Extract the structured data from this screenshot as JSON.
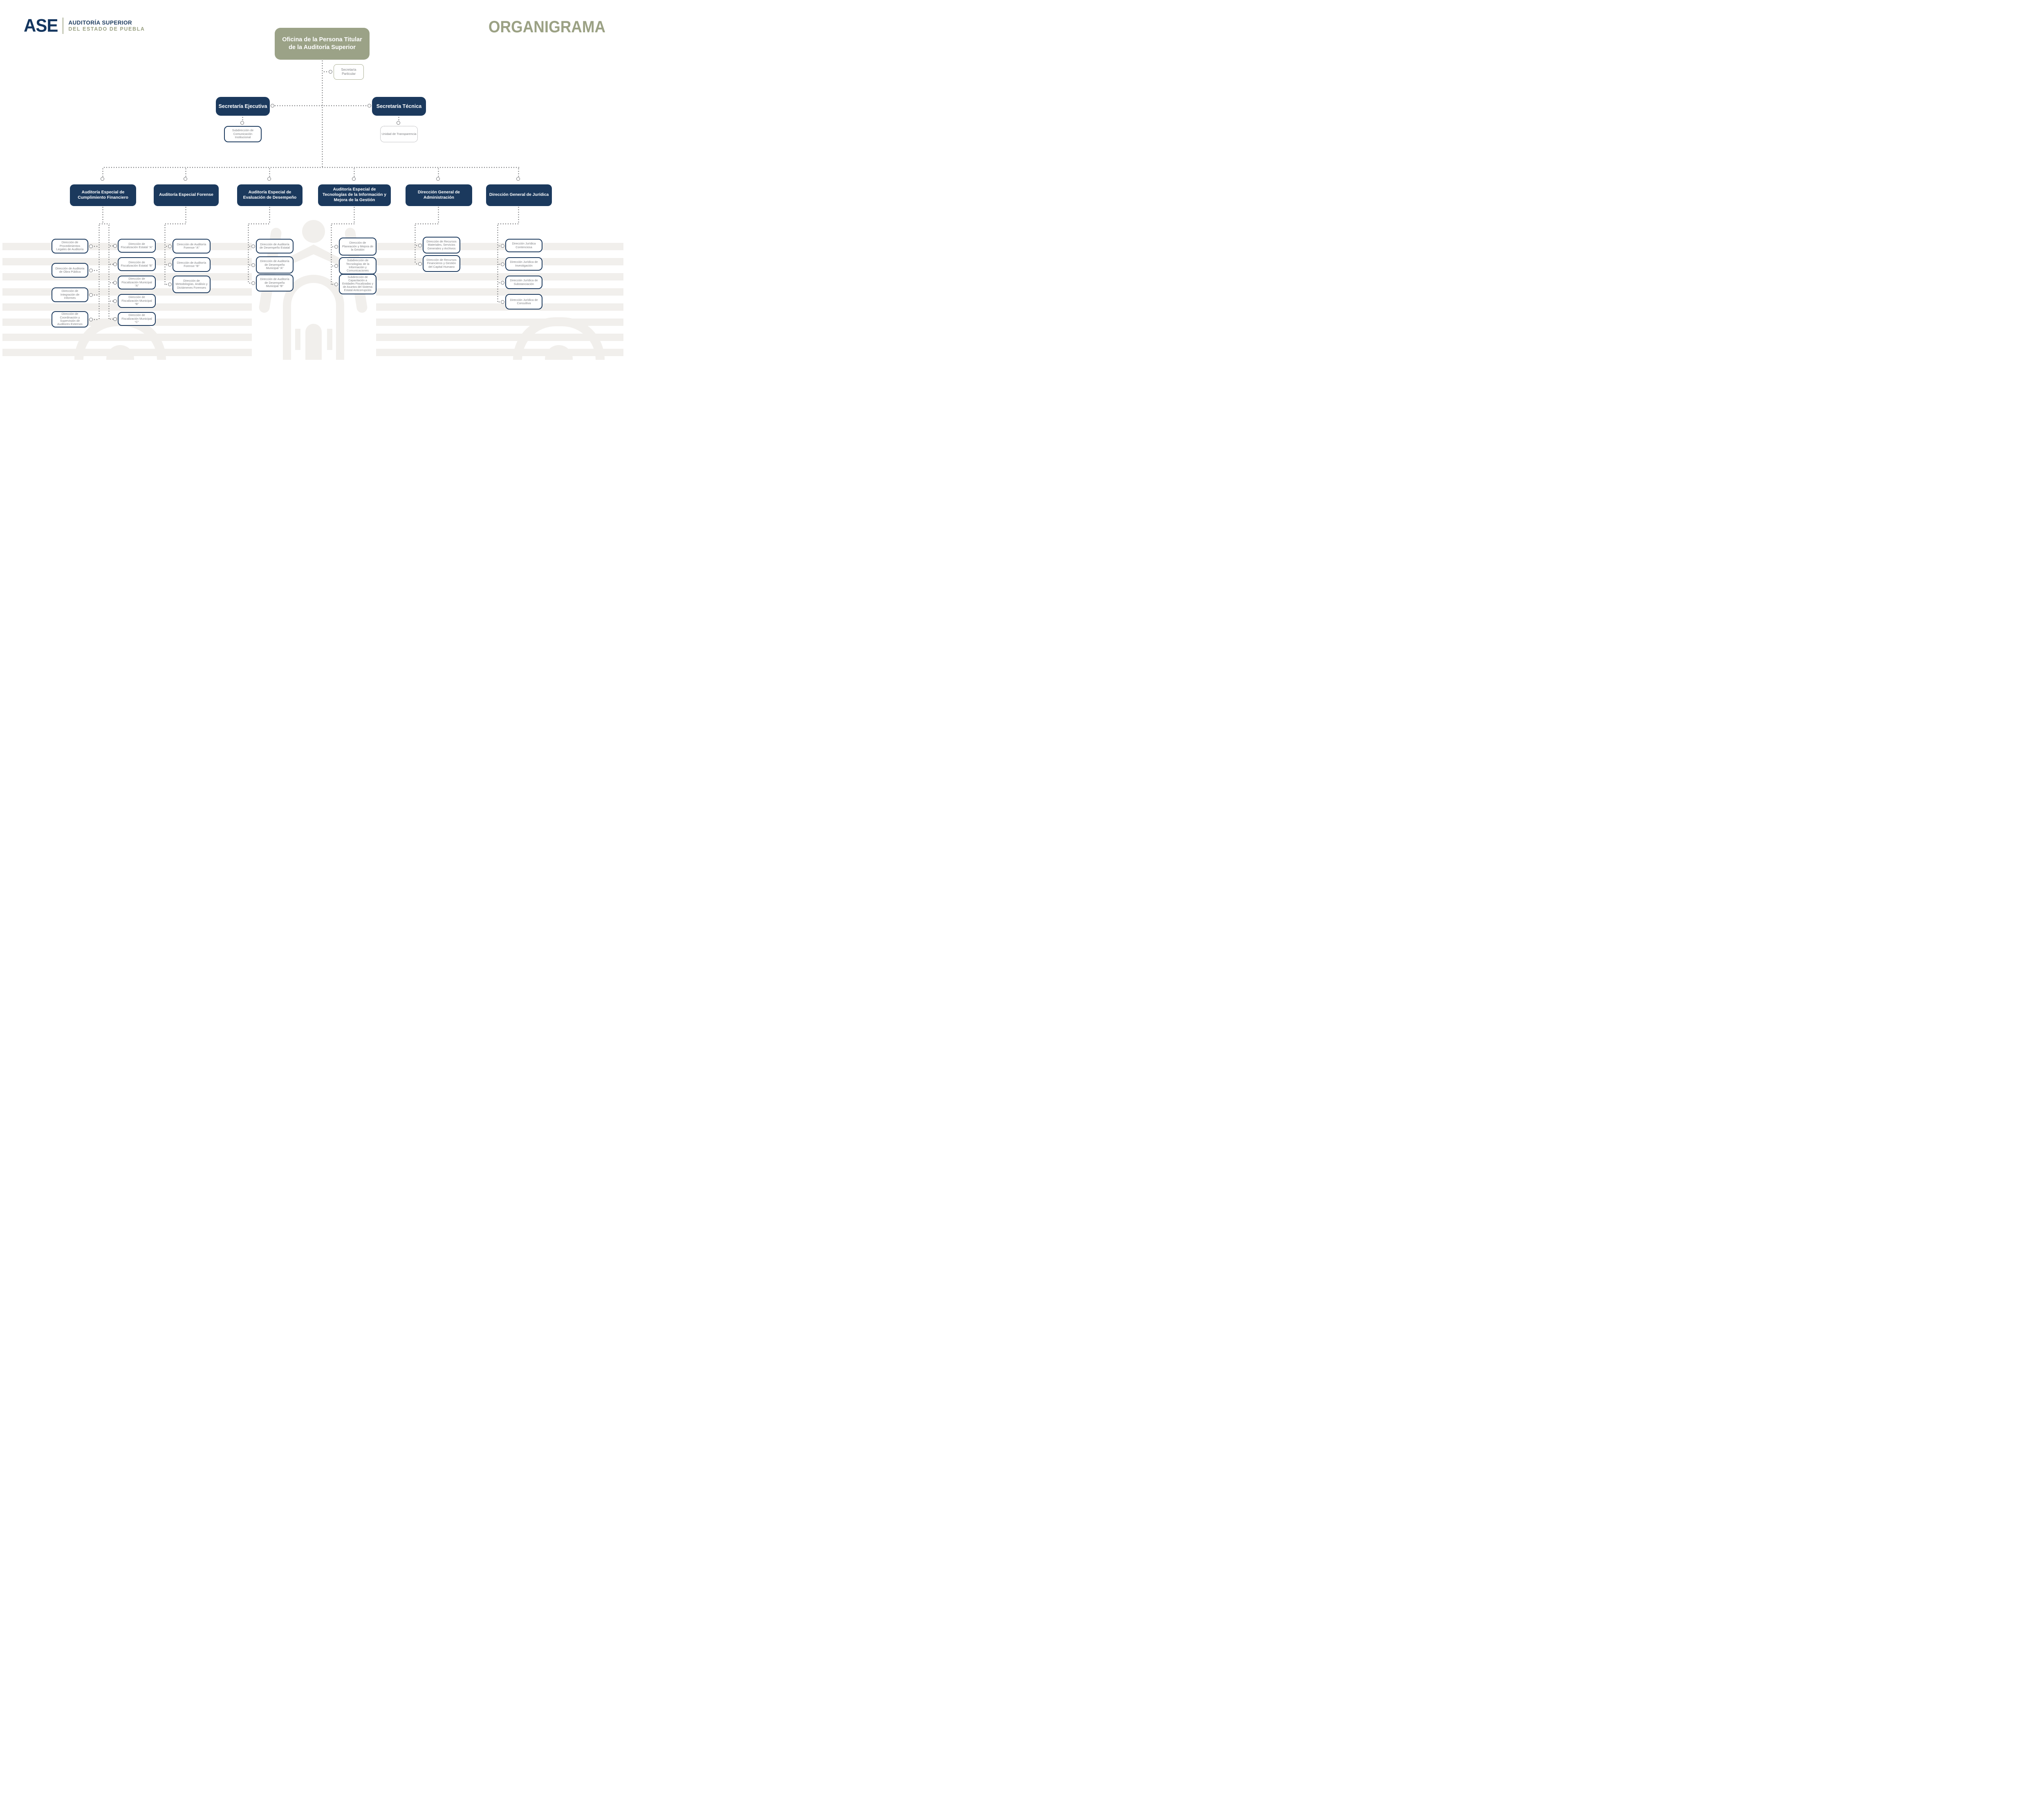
{
  "header": {
    "logo": {
      "acronym": "ASE",
      "line1": "AUDITORÍA SUPERIOR",
      "line2": "DEL ESTADO DE PUEBLA"
    },
    "title": "ORGANIGRAMA"
  },
  "colors": {
    "navy": "#1b395d",
    "sage_fill": "#9ba287",
    "sage_text": "#9ba184",
    "gray_text": "#7d7f82",
    "dot_gray": "#6f7073",
    "watermark": "#f1efec"
  },
  "chart": {
    "root": {
      "label": "Oficina de la Persona Titular de la Auditoría Superior"
    },
    "particular": {
      "label": "Secretaría Particular"
    },
    "secretariats": [
      {
        "label": "Secretaría Ejecutiva",
        "child": {
          "label": "Subdirección de Comunicación Institucional",
          "border": "solid-navy"
        }
      },
      {
        "label": "Secretaría Técnica",
        "child": {
          "label": "Unidad de Transparencia",
          "border": "dotted-gray"
        }
      }
    ],
    "divisions": [
      {
        "label": "Auditoría Especial de Cumplimiento Financiero",
        "children_left": [
          "Dirección de Procedimientos Legales de Auditoría",
          "Dirección de Auditoria de Obra Pública",
          "Dirección de Integración de Informes",
          "Dirección de Coordinación y Supervisión de Auditores Externos"
        ],
        "children_right": [
          "Dirección de Fiscalización Estatal “A”",
          "Dirección de Fiscalización Estatal “B”",
          "Dirección de Fiscalización Municipal “A”",
          "Dirección de Fiscalización Municipal “B”",
          "Dirección de Fiscalización Municipal “C”"
        ]
      },
      {
        "label": "Auditoría Especial Forense",
        "children": [
          "Dirección de Auditoría Forense “A”",
          "Dirección de Auditoría Forense “B”",
          "Dirección de Metodologías, Análisis y Dictámenes Forenses"
        ]
      },
      {
        "label": "Auditoría Especial de Evaluación de Desempeño",
        "children": [
          "Dirección de Auditoría de Desempeño Estatal",
          "Dirección de Auditoría de Desempeño Municipal “A”",
          "Dirección de Auditoría de Desempeño Municipal “B”"
        ]
      },
      {
        "label": "Auditoría Especial de Tecnologías de la Información y Mejora de la Gestión",
        "children": [
          "Dirección de Planeación y Mejora de la Gestión",
          "Subdirección de Tecnologías de la Información y Comunicaciones",
          "Subdirección de Capacitación a Entidades Fiscalizadas y de Asuntos del Sistema Estatal Anticorrupción"
        ]
      },
      {
        "label": "Dirección General de Administración",
        "children": [
          "Dirección de Recursos Materiales, Servicios Generales y Archivos",
          "Dirección de Recursos Financieros y Gestión del Capital Humano"
        ]
      },
      {
        "label": "Dirección General de Jurídica",
        "children": [
          "Dirección Jurídica Contenciosa",
          "Dirección Jurídica de Investigación",
          "Dirección Jurídica de Substanciación",
          "Dirección Jurídica de Consultiva"
        ]
      }
    ]
  }
}
